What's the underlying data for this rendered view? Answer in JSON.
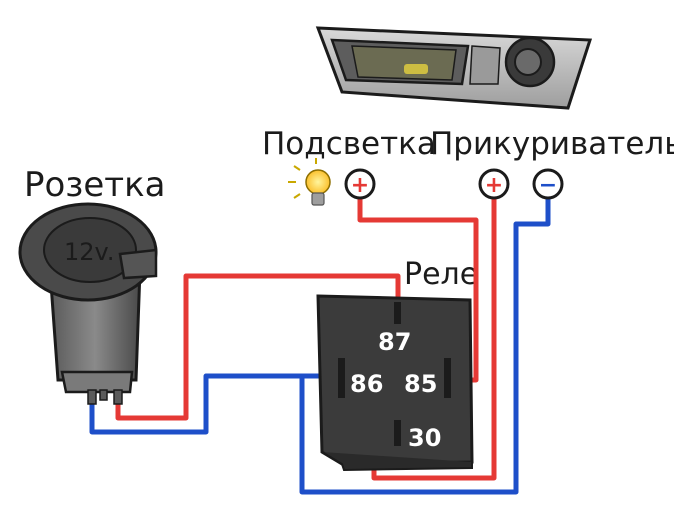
{
  "labels": {
    "socket": "Розетка",
    "socket_voltage": "12v.",
    "backlight": "Подсветка",
    "lighter": "Прикуриватель",
    "relay": "Реле"
  },
  "relay_pins": {
    "p87": "87",
    "p86": "86",
    "p85": "85",
    "p30": "30"
  },
  "terminals": {
    "backlight_plus": "+",
    "lighter_plus": "+",
    "lighter_minus": "−"
  },
  "colors": {
    "positive_wire": "#e53935",
    "negative_wire": "#1e4fc9",
    "relay_body": "#3b3b3b",
    "outline": "#1b1b1b"
  },
  "icons": {
    "head_unit": "car-radio-icon",
    "bulb": "light-bulb-icon",
    "socket": "power-socket-icon"
  }
}
